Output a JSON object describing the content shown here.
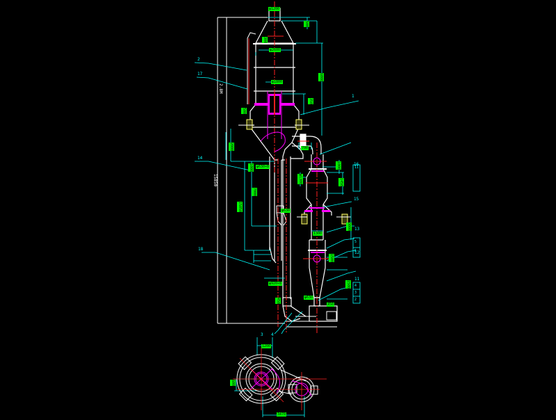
{
  "drawing": {
    "type": "CAD elevation + plan view",
    "subject": "vertical spray / cyclone separator assembly",
    "background": "#000000",
    "colors": {
      "outline": "#ffffff",
      "dimension": "#00ffff",
      "centerline": "#ff2020",
      "flange": "#ff00ff",
      "support": "#ffff66",
      "label_fill": "#00ff00"
    }
  },
  "labels": {
    "top_outlet": "φ1200",
    "top_flange_dim": "500",
    "cone_dim": "300",
    "body_dia": "φ2600",
    "body_height": "6000",
    "inner_dia": "φ1800",
    "flange_h": "350",
    "support_dim": "500",
    "lower_cone": "2000",
    "outlet_dim": "700",
    "overall_h": "15850",
    "pipe_label": "φ630×8",
    "pipe_h": "7000",
    "pipe_dim2": "1000",
    "col2_dia": "φ1300",
    "col2_seg": "1000",
    "col2_seg2": "1450",
    "col2_body": "1300",
    "col2_base": "3000",
    "col2_low": "1500",
    "bottom_pipe": "φ920×8",
    "bottom_dim": "φ630",
    "base_dim": "450",
    "base_w": "800",
    "left_total": "2.8M",
    "plan_top": "1200",
    "plan_left": "600",
    "plan_bottom": "3470",
    "plan_right": "1"
  },
  "callouts": {
    "c1": "2",
    "c2": "17",
    "c3": "1",
    "c4": "14",
    "c5": "16",
    "c6": "15",
    "c7": "1",
    "c8": "18",
    "c9": "13",
    "c10": "12",
    "c11": "11",
    "c12": "3",
    "c13": "4"
  },
  "table_cells": {
    "t1": [
      "11",
      "5",
      "5"
    ],
    "t2": [
      "4",
      "3",
      "2"
    ]
  }
}
